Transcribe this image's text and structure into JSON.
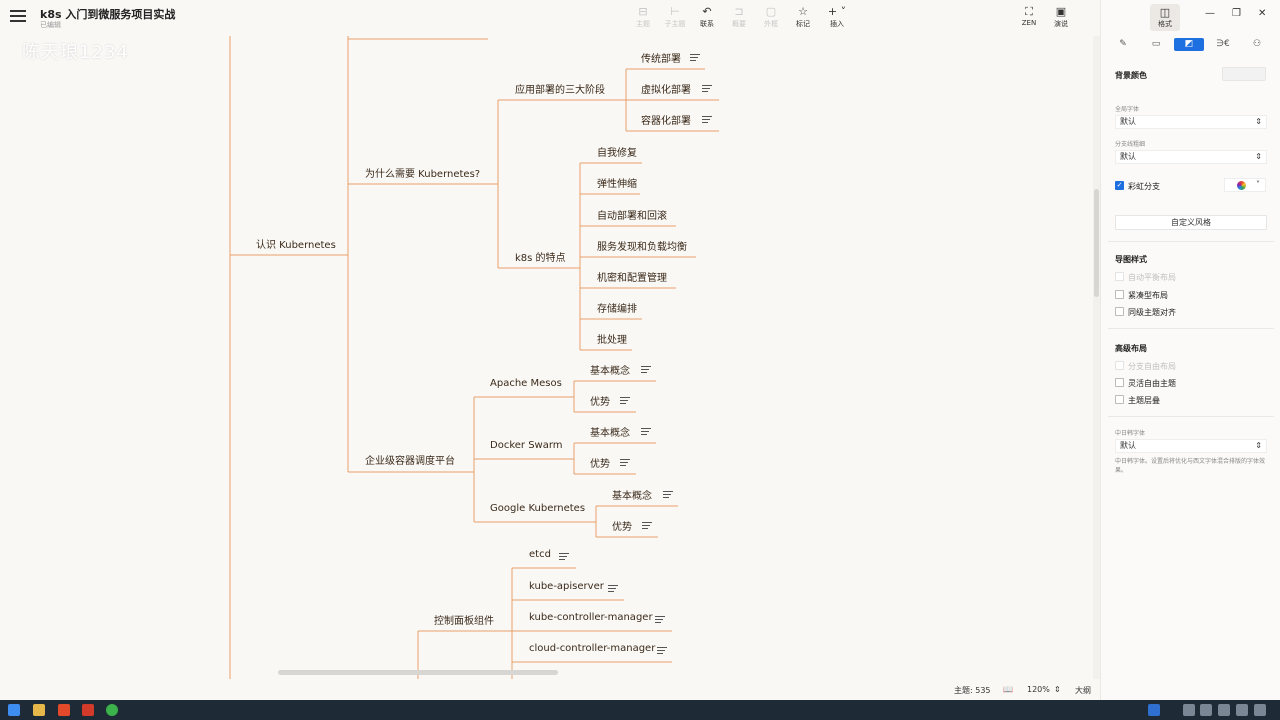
{
  "app": {
    "title": "k8s 入门到微服务项目实战",
    "subtitle": "已编辑",
    "watermark": "陈天琅1234"
  },
  "toolbar": {
    "items": [
      {
        "label": "主题",
        "icon": "topic-icon",
        "disabled": true
      },
      {
        "label": "子主题",
        "icon": "subtopic-icon",
        "disabled": true
      },
      {
        "label": "联系",
        "icon": "relation-icon",
        "disabled": false
      },
      {
        "label": "概要",
        "icon": "summary-icon",
        "disabled": true
      },
      {
        "label": "外框",
        "icon": "boundary-icon",
        "disabled": true
      },
      {
        "label": "标记",
        "icon": "star-icon",
        "disabled": false
      },
      {
        "label": "插入",
        "icon": "plus-icon",
        "disabled": false
      }
    ],
    "zen": "ZEN",
    "present": "演说",
    "format": "格式"
  },
  "panel": {
    "bg_color_label": "背景颜色",
    "global_font_label": "全局字体",
    "global_font_value": "默认",
    "branch_thickness_label": "分支线粗细",
    "branch_thickness_value": "默认",
    "rainbow_label": "彩虹分支",
    "custom_style_btn": "自定义风格",
    "map_style_title": "导图样式",
    "auto_balance": "自动平衡布局",
    "compact_layout": "紧凑型布局",
    "align_topics": "同级主题对齐",
    "advanced_title": "高级布局",
    "branch_free": "分支自由布局",
    "flexible_free": "灵活自由主题",
    "topic_overlap": "主题层叠",
    "cjk_font_label": "中日韩字体",
    "cjk_font_value": "默认",
    "cjk_desc": "中日韩字体。设置后将优化与西文字体混合排版的字体效果。"
  },
  "mindmap": {
    "root": "认识 Kubernetes",
    "why": "为什么需要 Kubernetes?",
    "stages": "应用部署的三大阶段",
    "stage_items": [
      "传统部署",
      "虚拟化部署",
      "容器化部署"
    ],
    "features": "k8s 的特点",
    "feature_items": [
      "自我修复",
      "弹性伸缩",
      "自动部署和回滚",
      "服务发现和负载均衡",
      "机密和配置管理",
      "存储编排",
      "批处理"
    ],
    "enterprise": "企业级容器调度平台",
    "platforms": [
      "Apache Mesos",
      "Docker Swarm",
      "Google Kubernetes"
    ],
    "platform_items": [
      "基本概念",
      "优势"
    ],
    "control_plane": "控制面板组件",
    "control_items": [
      "etcd",
      "kube-apiserver",
      "kube-controller-manager",
      "cloud-controller-manager"
    ]
  },
  "status": {
    "topic_count": "主题: 535",
    "zoom": "120%",
    "outline": "大纲"
  },
  "colors": {
    "accent": "#1e6fe0",
    "branch": "#e8a06a",
    "background": "#faf8f5"
  }
}
